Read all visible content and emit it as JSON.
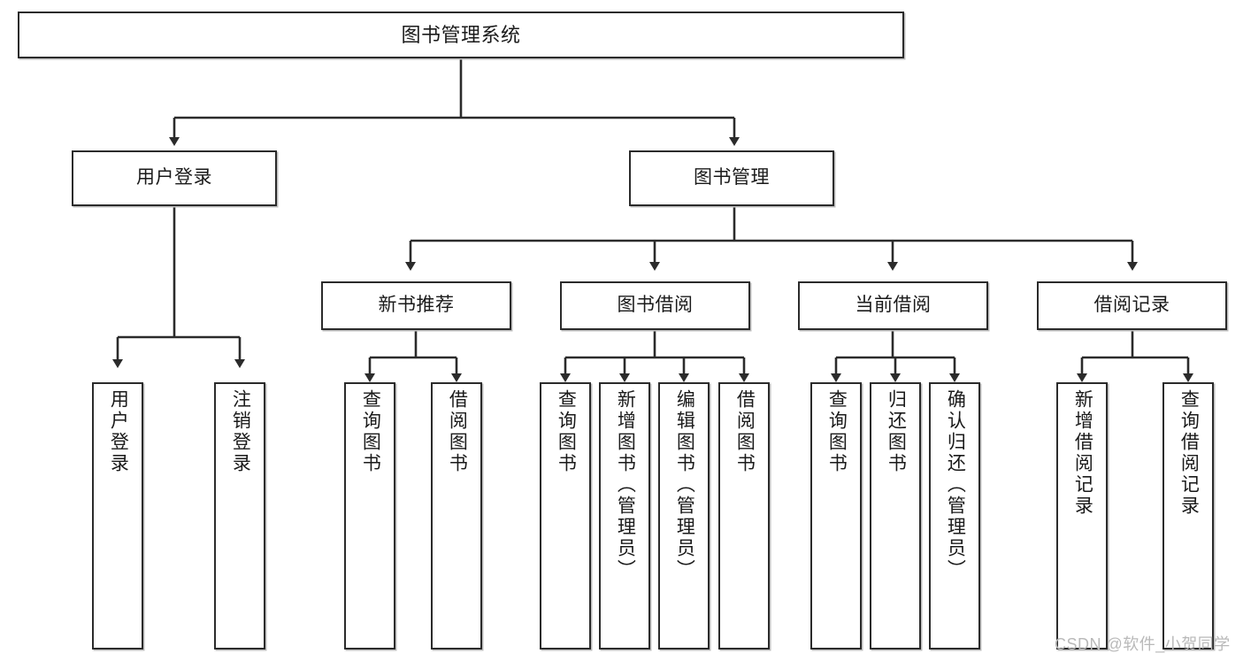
{
  "diagram": {
    "type": "tree-hierarchy-functional-decomposition",
    "root": {
      "label": "图书管理系统"
    },
    "level2": [
      {
        "label": "用户登录"
      },
      {
        "label": "图书管理"
      }
    ],
    "level3": [
      {
        "label": "新书推荐"
      },
      {
        "label": "图书借阅"
      },
      {
        "label": "当前借阅"
      },
      {
        "label": "借阅记录"
      }
    ],
    "leaves": {
      "user_login": [
        {
          "label": "用户登录"
        },
        {
          "label": "注销登录"
        }
      ],
      "new_book_recommend": [
        {
          "label": "查询图书"
        },
        {
          "label": "借阅图书"
        }
      ],
      "book_borrow": [
        {
          "label": "查询图书"
        },
        {
          "label": "新增图书（管理员）"
        },
        {
          "label": "编辑图书（管理员）"
        },
        {
          "label": "借阅图书"
        }
      ],
      "current_borrow": [
        {
          "label": "查询图书"
        },
        {
          "label": "归还图书"
        },
        {
          "label": "确认归还（管理员）"
        }
      ],
      "borrow_record": [
        {
          "label": "新增借阅记录"
        },
        {
          "label": "查询借阅记录"
        }
      ]
    }
  },
  "watermark": {
    "text": "CSDN @软件_小贺同学"
  },
  "colors": {
    "border": "#2b2b2b",
    "shadow": "#bdbdbd",
    "text": "#1a1a1a",
    "background": "#ffffff",
    "watermark": "#b9b9b9"
  }
}
